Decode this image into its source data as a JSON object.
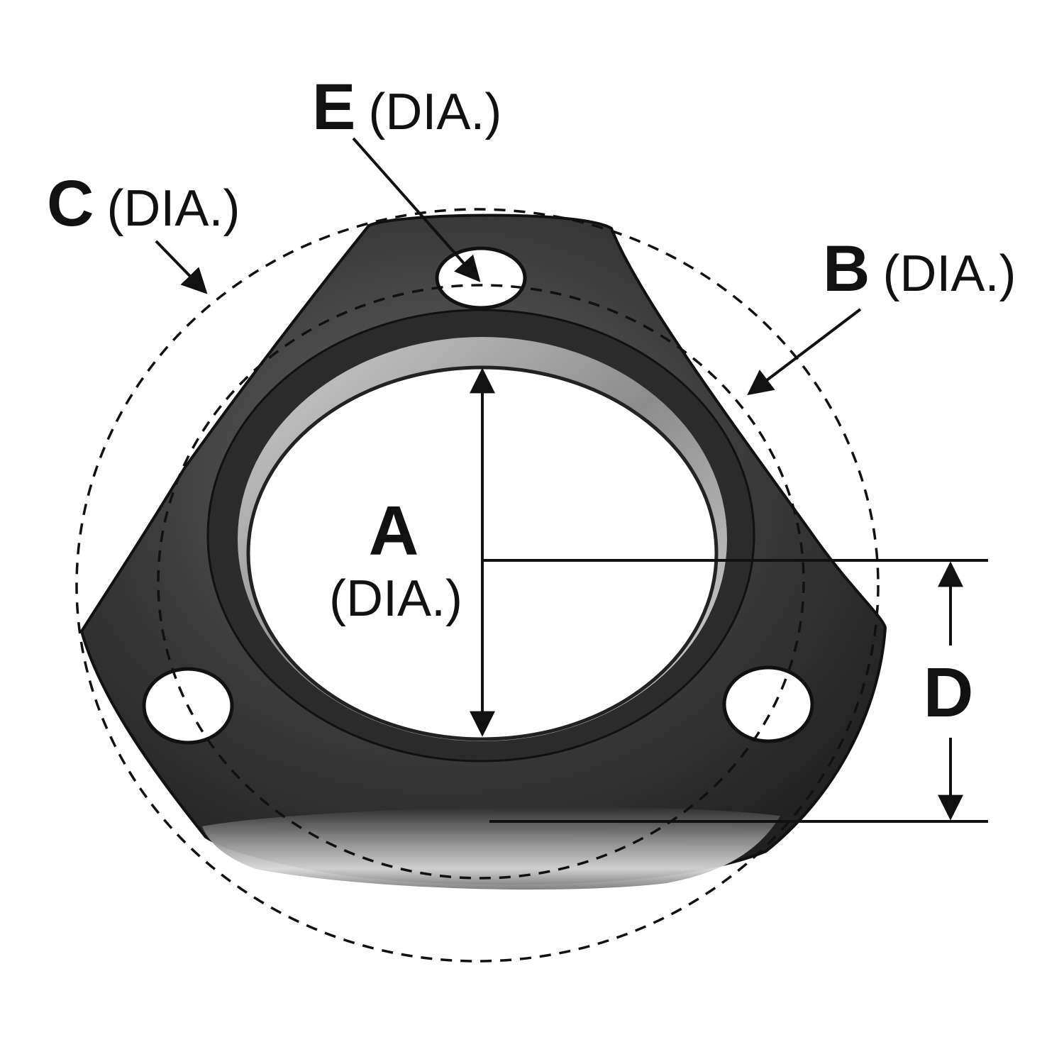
{
  "labels": {
    "a": {
      "letter": "A",
      "suffix": "(DIA.)"
    },
    "b": {
      "letter": "B",
      "suffix": "(DIA.)"
    },
    "c": {
      "letter": "C",
      "suffix": "(DIA.)"
    },
    "d": {
      "letter": "D"
    },
    "e": {
      "letter": "E",
      "suffix": "(DIA.)"
    }
  },
  "colors": {
    "ink": "#111111",
    "flange_dark": "#2a2a2a",
    "flange_mid": "#5a5a5a",
    "flange_light": "#bdbdbd",
    "background": "#ffffff"
  }
}
